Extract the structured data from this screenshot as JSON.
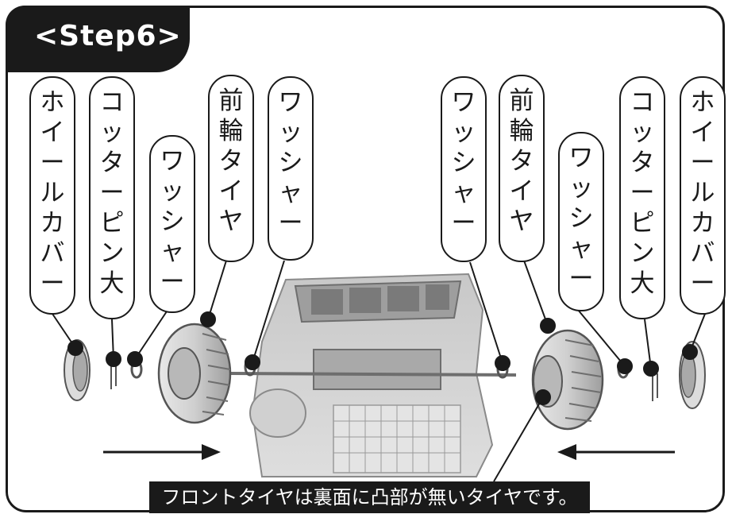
{
  "step": {
    "title": "<Step6>"
  },
  "labels_left": [
    {
      "id": "wheel-cover-left",
      "text": "ホイールカバー"
    },
    {
      "id": "cotter-pin-left",
      "text": "コッターピン大"
    },
    {
      "id": "washer-left-outer",
      "text": "ワッシャー"
    },
    {
      "id": "front-tire-left",
      "text": "前輪タイヤ"
    },
    {
      "id": "washer-left-inner",
      "text": "ワッシャー"
    }
  ],
  "labels_right": [
    {
      "id": "washer-right-inner",
      "text": "ワッシャー"
    },
    {
      "id": "front-tire-right",
      "text": "前輪タイヤ"
    },
    {
      "id": "washer-right-outer",
      "text": "ワッシャー"
    },
    {
      "id": "cotter-pin-right",
      "text": "コッターピン大"
    },
    {
      "id": "wheel-cover-right",
      "text": "ホイールカバー"
    }
  ],
  "note": {
    "text": "フロントタイヤは裏面に凸部が無いタイヤです。"
  },
  "colors": {
    "ink": "#1a1a1a",
    "tire": "#cfcfcf",
    "vehicle": "#bdbdbd",
    "background": "#ffffff"
  }
}
